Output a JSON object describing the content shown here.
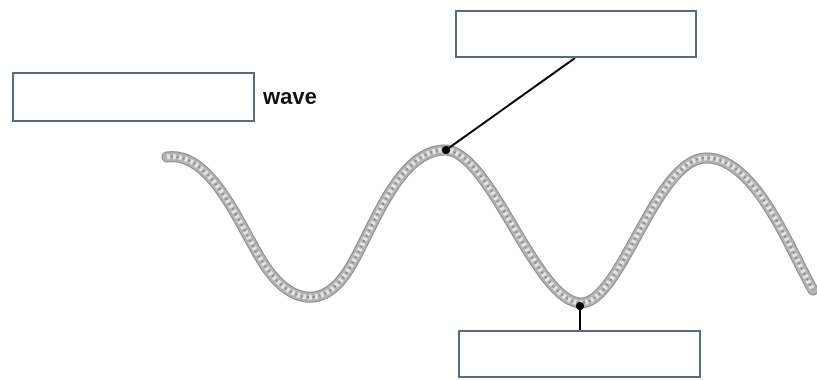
{
  "diagram": {
    "wave_label": "wave",
    "blank_boxes": [
      {
        "id": "wave-type",
        "text": ""
      },
      {
        "id": "crest",
        "text": ""
      },
      {
        "id": "trough",
        "text": ""
      }
    ]
  },
  "colors": {
    "box_border": "#556a8c",
    "rope_base": "#a9a9a9",
    "rope_strand": "#7a7a7a",
    "rope_highlight": "#e6e6e6",
    "pointer_line": "#000000"
  }
}
